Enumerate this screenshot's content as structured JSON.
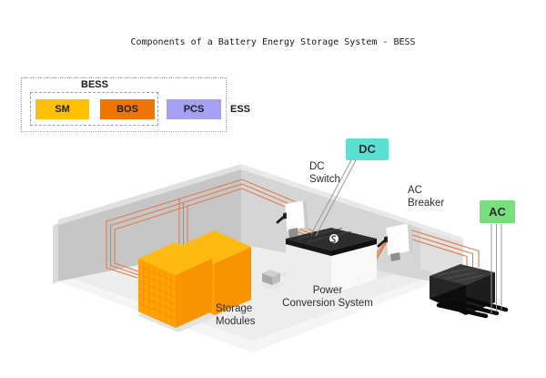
{
  "title": "Components of a Battery Energy Storage System - BESS",
  "legend": {
    "bess_label": "BESS",
    "ess_label": "ESS",
    "items": [
      {
        "id": "sm",
        "label": "SM",
        "color": "#FFC001"
      },
      {
        "id": "bos",
        "label": "BOS",
        "color": "#F07503"
      },
      {
        "id": "pcs",
        "label": "PCS",
        "color": "#A5A0F3"
      }
    ]
  },
  "scene": {
    "dc_badge": "DC",
    "ac_badge": "AC",
    "dc_switch": {
      "line1": "DC",
      "line2": "Switch"
    },
    "ac_breaker": {
      "line1": "AC",
      "line2": "Breaker"
    },
    "storage_modules": {
      "line1": "Storage",
      "line2": "Modules"
    },
    "power_conversion": {
      "line1": "Power",
      "line2": "Conversion System"
    }
  },
  "colors": {
    "sm": "#FFC001",
    "bos": "#F07503",
    "pcs": "#A5A0F3",
    "dc_badge": "#5BE1D3",
    "ac_badge": "#77DF7B",
    "cable": "#E07C4C",
    "leader": "#979797",
    "storage_orange": "#FFA200"
  }
}
